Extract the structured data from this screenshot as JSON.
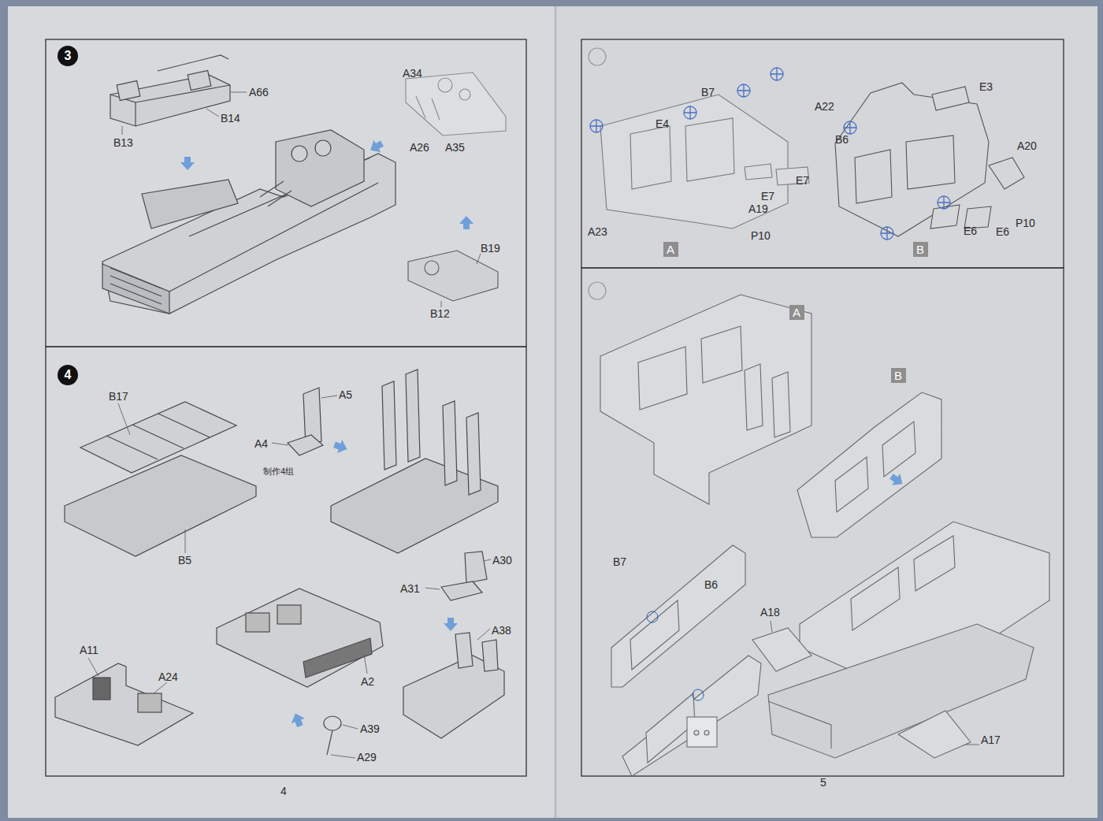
{
  "diagram": {
    "nodes": [
      {
        "text": [
          "3"
        ]
      },
      {
        "text": [
          "4"
        ]
      },
      {
        "text": [
          "A"
        ]
      },
      {
        "text": [
          "B"
        ]
      },
      {
        "text": [
          "A"
        ]
      },
      {
        "text": [
          "B"
        ]
      }
    ],
    "labels": [
      "A66",
      "B14",
      "B13",
      "A34",
      "A26",
      "A35",
      "B19",
      "B12",
      "B17",
      "A5",
      "A4",
      "制作4组",
      "B5",
      "A30",
      "A31",
      "A38",
      "A11",
      "A24",
      "A2",
      "A39",
      "A29",
      "E4",
      "B7",
      "E3",
      "A22",
      "B6",
      "A20",
      "E7",
      "E7",
      "A19",
      "P10",
      "A23",
      "E6",
      "E6",
      "P10",
      "B7",
      "B6",
      "A18",
      "A17",
      "4",
      "5"
    ]
  }
}
